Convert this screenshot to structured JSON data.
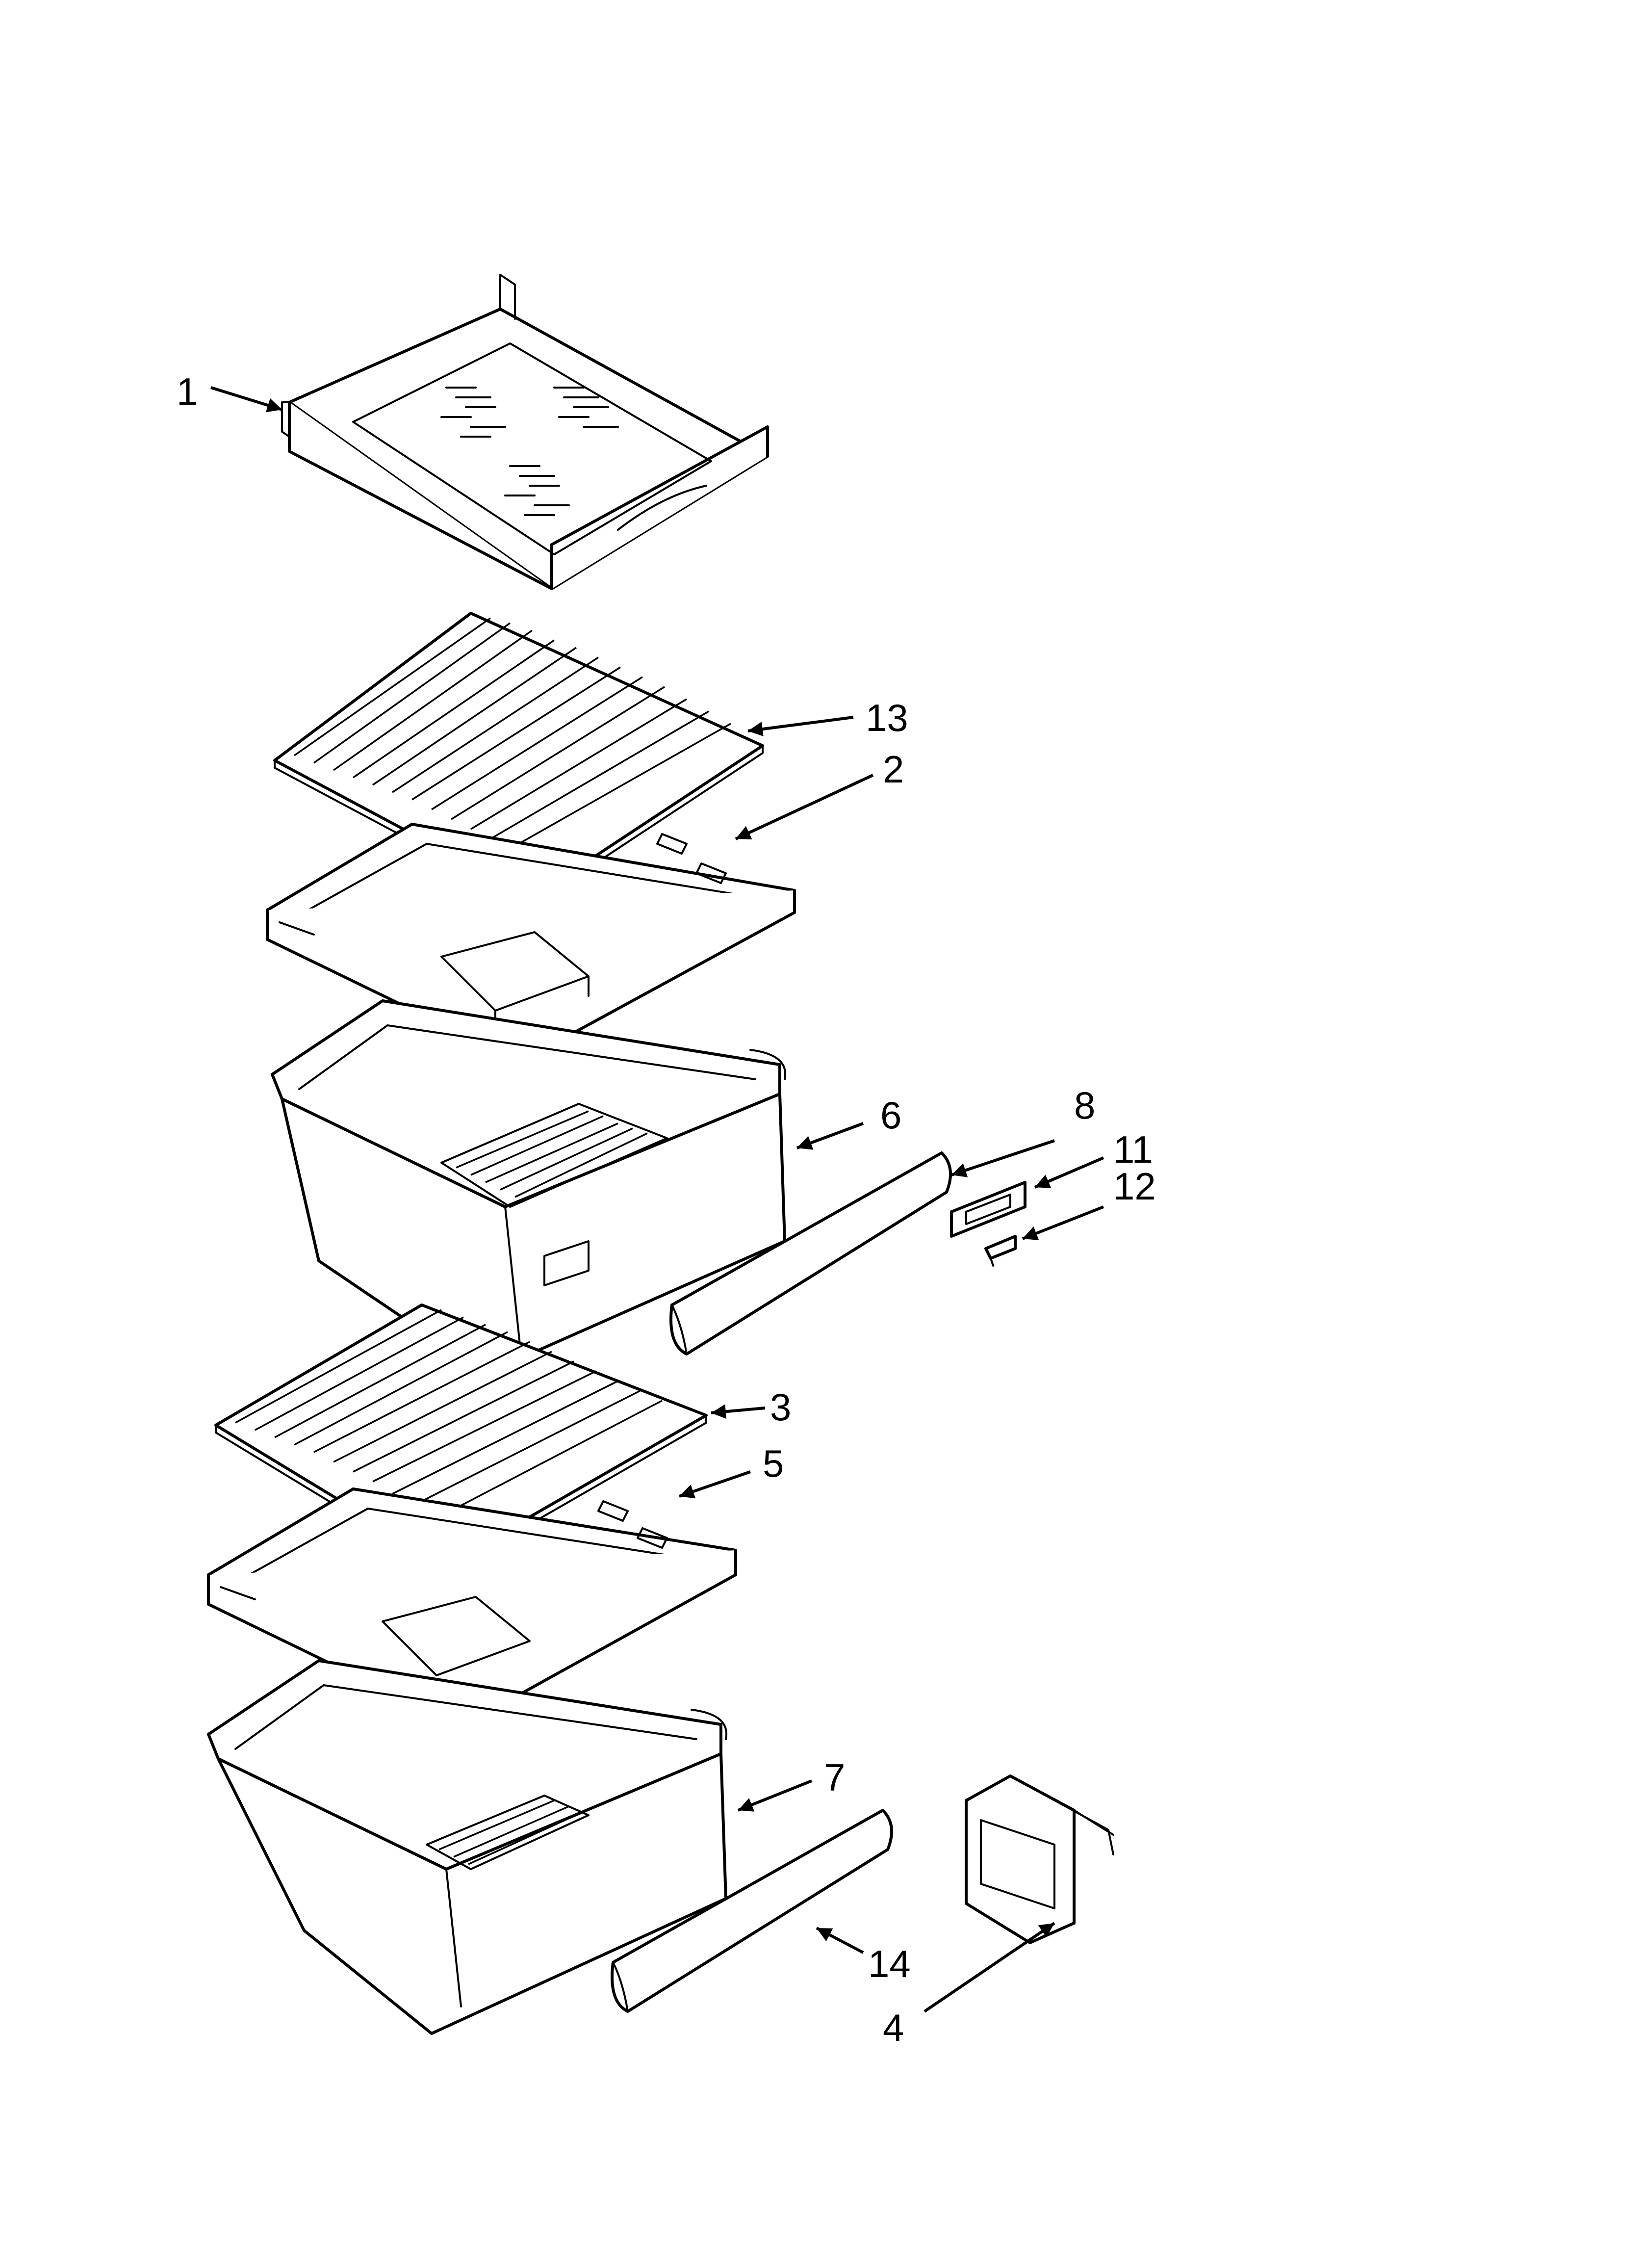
{
  "callouts": [
    {
      "id": "1",
      "label": "1"
    },
    {
      "id": "13",
      "label": "13"
    },
    {
      "id": "2",
      "label": "2"
    },
    {
      "id": "6",
      "label": "6"
    },
    {
      "id": "8",
      "label": "8"
    },
    {
      "id": "11",
      "label": "11"
    },
    {
      "id": "12",
      "label": "12"
    },
    {
      "id": "3",
      "label": "3"
    },
    {
      "id": "5",
      "label": "5"
    },
    {
      "id": "7",
      "label": "7"
    },
    {
      "id": "14",
      "label": "14"
    },
    {
      "id": "4",
      "label": "4"
    }
  ],
  "colors": {
    "line": "#000000",
    "background": "#ffffff"
  }
}
